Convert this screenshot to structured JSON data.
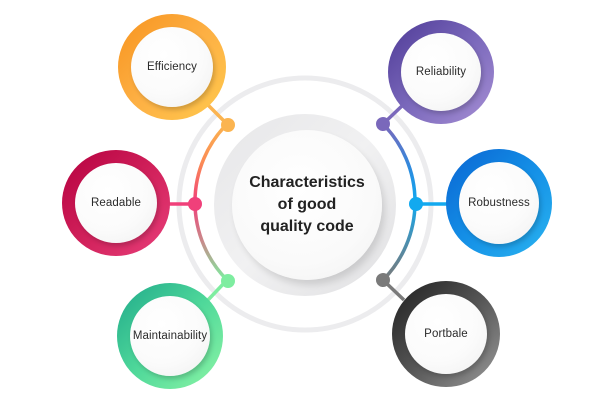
{
  "diagram": {
    "center": {
      "title_lines": [
        "Characteristics",
        "of good",
        "quality code"
      ]
    },
    "nodes": [
      {
        "id": "efficiency",
        "label": "Efficiency",
        "color_start": "#f7931e",
        "color_end": "#ffc94d"
      },
      {
        "id": "readable",
        "label": "Readable",
        "color_start": "#b5003f",
        "color_end": "#e83f7a"
      },
      {
        "id": "maintainability",
        "label": "Maintainability",
        "color_start": "#1fa98a",
        "color_end": "#8df5a5"
      },
      {
        "id": "reliability",
        "label": "Reliability",
        "color_start": "#5b45a0",
        "color_end": "#a68fd4"
      },
      {
        "id": "robustness",
        "label": "Robustness",
        "color_start": "#0a64d2",
        "color_end": "#2ab4f0"
      },
      {
        "id": "portbale",
        "label": "Portbale",
        "color_start": "#2a2a2a",
        "color_end": "#9a9a9a"
      }
    ],
    "connector_dot_colors": {
      "efficiency": "#fbb450",
      "readable": "#f0407a",
      "maintainability": "#7eeda0",
      "reliability": "#7a68bb",
      "robustness": "#12a9ef",
      "portbale": "#7a7a7a"
    }
  }
}
